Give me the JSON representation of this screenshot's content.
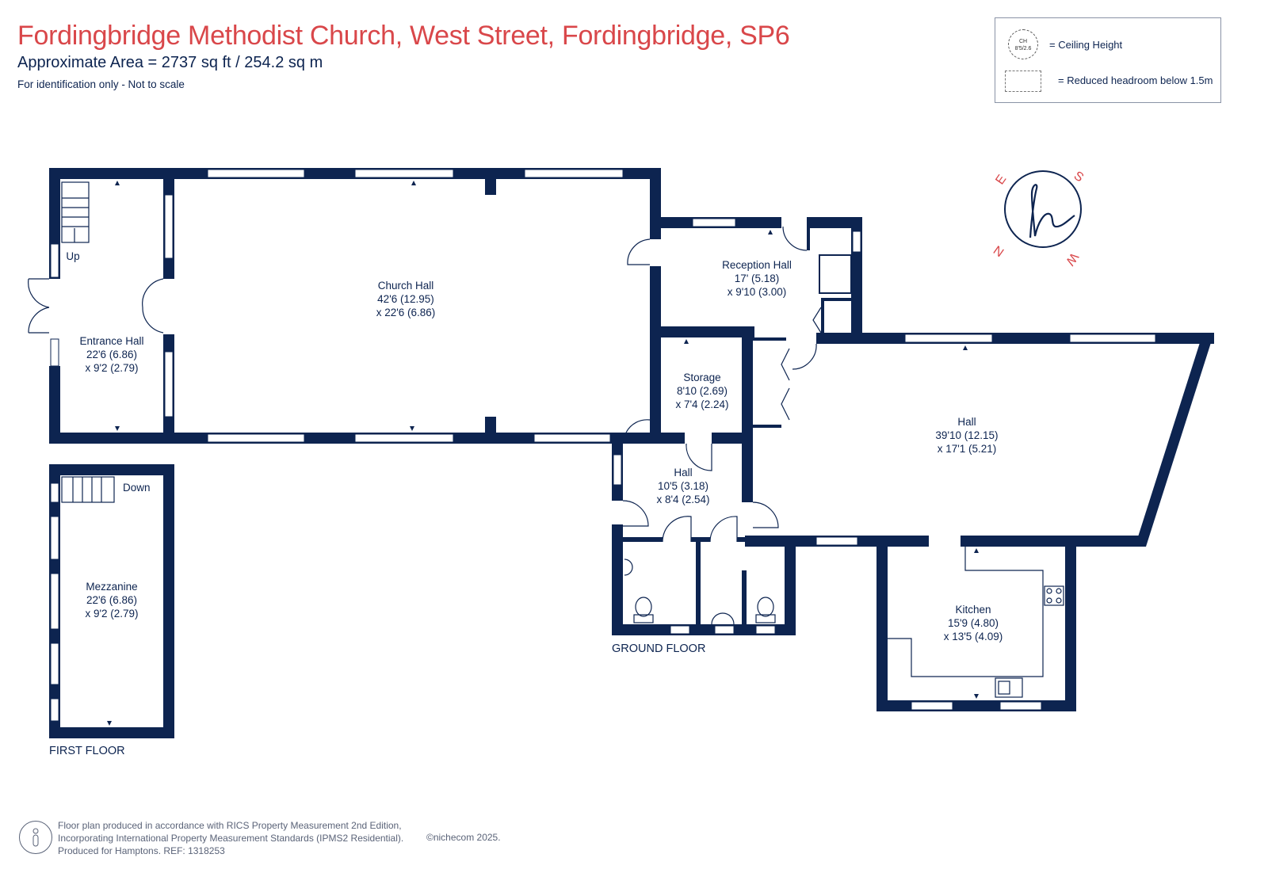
{
  "header": {
    "title": "Fordingbridge Methodist Church, West Street, Fordingbridge, SP6",
    "area": "Approximate Area = 2737  sq ft / 254.2  sq m",
    "note": "For identification only - Not to scale"
  },
  "legend": {
    "ch_symbol_top": "CH",
    "ch_symbol_bottom": "8'5/2.6",
    "ch_label": "= Ceiling Height",
    "rh_label": "= Reduced headroom below 1.5m"
  },
  "compass": {
    "n": "N",
    "e": "E",
    "s": "S",
    "w": "W",
    "brand_mark": "h"
  },
  "colors": {
    "wall": "#0d2450",
    "title": "#d9474a",
    "compass": "#d9474a"
  },
  "rooms": {
    "church_hall": {
      "name": "Church Hall",
      "dim1": "42'6 (12.95)",
      "dim2": "x 22'6 (6.86)"
    },
    "entrance_hall": {
      "name": "Entrance Hall",
      "dim1": "22'6 (6.86)",
      "dim2": "x 9'2 (2.79)"
    },
    "reception_hall": {
      "name": "Reception Hall",
      "dim1": "17' (5.18)",
      "dim2": "x 9'10 (3.00)"
    },
    "storage": {
      "name": "Storage",
      "dim1": "8'10 (2.69)",
      "dim2": "x 7'4 (2.24)"
    },
    "hall_small": {
      "name": "Hall",
      "dim1": "10'5 (3.18)",
      "dim2": "x 8'4 (2.54)"
    },
    "hall_large": {
      "name": "Hall",
      "dim1": "39'10 (12.15)",
      "dim2": "x 17'1 (5.21)"
    },
    "kitchen": {
      "name": "Kitchen",
      "dim1": "15'9 (4.80)",
      "dim2": "x 13'5 (4.09)"
    },
    "mezzanine": {
      "name": "Mezzanine",
      "dim1": "22'6 (6.86)",
      "dim2": "x 9'2 (2.79)"
    }
  },
  "stairs": {
    "up": "Up",
    "down": "Down"
  },
  "floors": {
    "ground": "GROUND FLOOR",
    "first": "FIRST FLOOR"
  },
  "footer": {
    "line1": "Floor plan produced in accordance with RICS Property Measurement 2nd Edition,",
    "line2": "Incorporating International Property Measurement Standards (IPMS2 Residential).",
    "line3": "Produced for Hamptons.   REF:  1318253",
    "copyright": "©nichecom 2025."
  }
}
